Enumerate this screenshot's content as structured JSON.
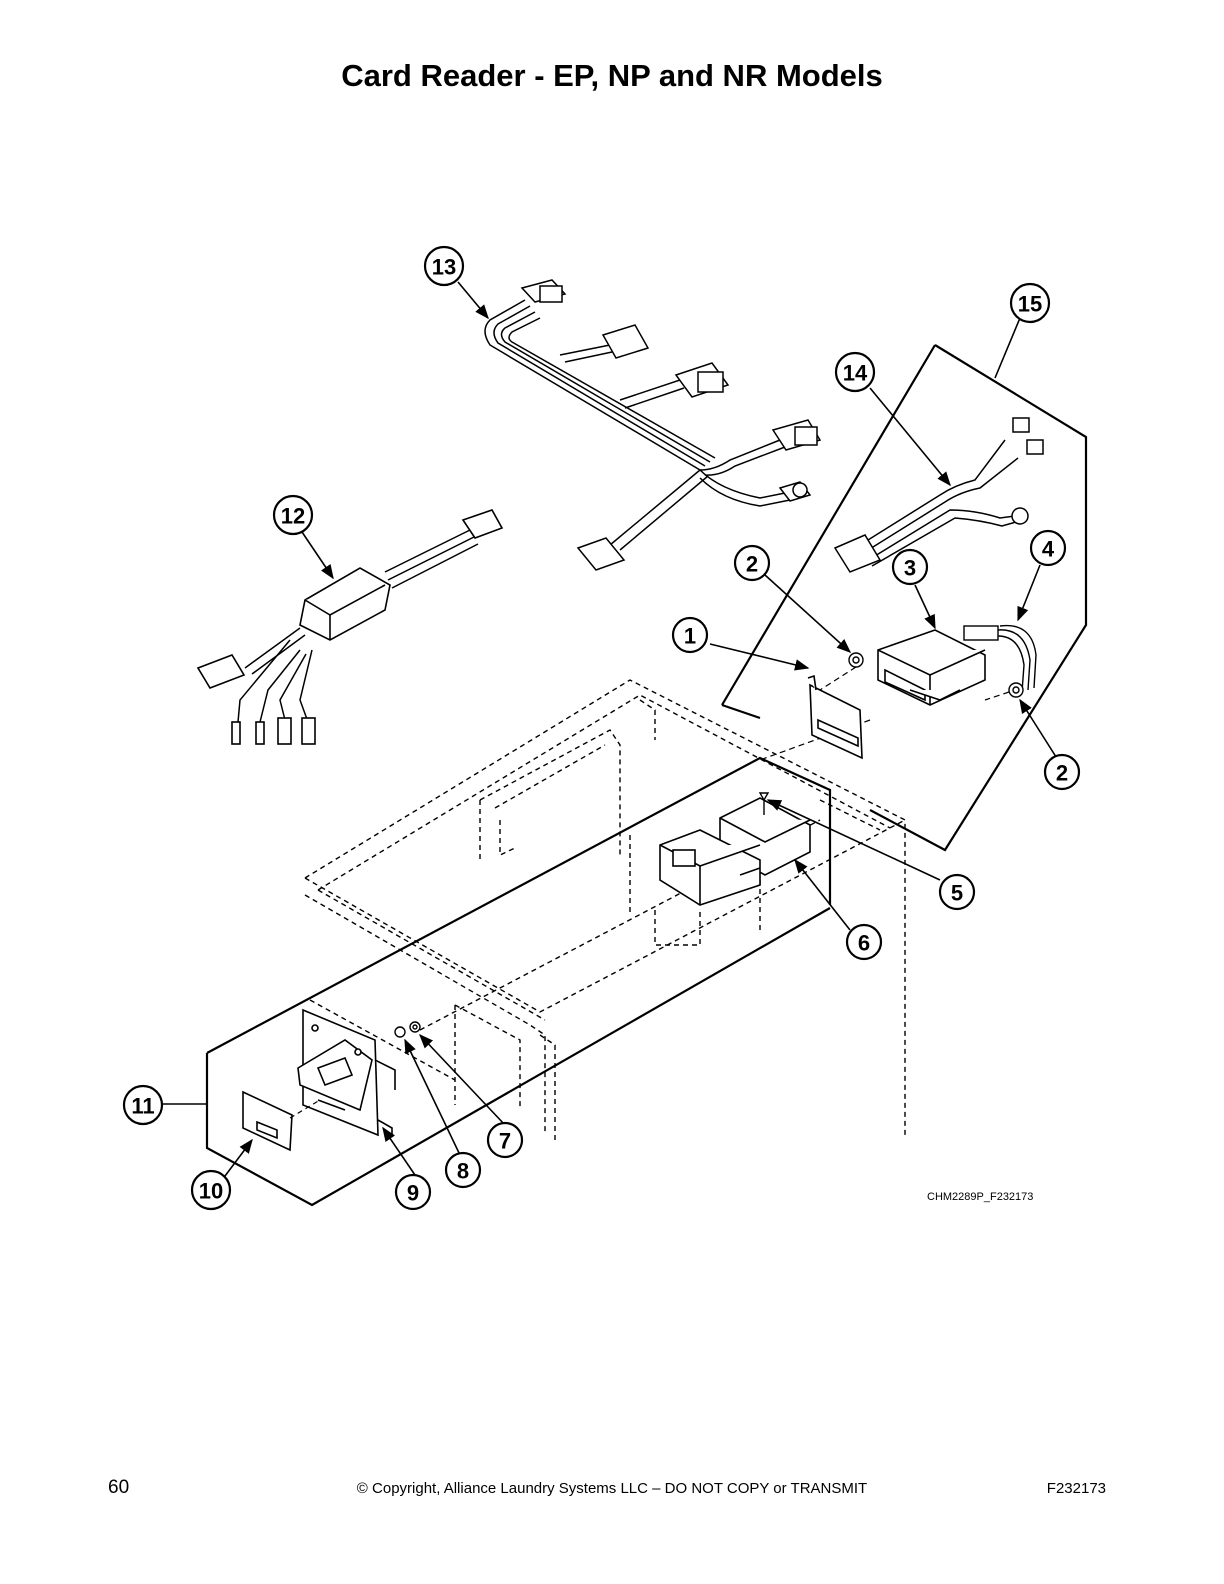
{
  "title": "Card Reader - EP, NP and NR Models",
  "figure_id": "CHM2289P_F232173",
  "callouts": [
    {
      "id": "c1",
      "label": "1"
    },
    {
      "id": "c2a",
      "label": "2"
    },
    {
      "id": "c2b",
      "label": "2"
    },
    {
      "id": "c3",
      "label": "3"
    },
    {
      "id": "c4",
      "label": "4"
    },
    {
      "id": "c5",
      "label": "5"
    },
    {
      "id": "c6",
      "label": "6"
    },
    {
      "id": "c7",
      "label": "7"
    },
    {
      "id": "c8",
      "label": "8"
    },
    {
      "id": "c9",
      "label": "9"
    },
    {
      "id": "c10",
      "label": "10"
    },
    {
      "id": "c11",
      "label": "11"
    },
    {
      "id": "c12",
      "label": "12"
    },
    {
      "id": "c13",
      "label": "13"
    },
    {
      "id": "c14",
      "label": "14"
    },
    {
      "id": "c15",
      "label": "15"
    }
  ],
  "footer": {
    "page_number": "60",
    "copyright": "© Copyright, Alliance Laundry Systems LLC – DO NOT COPY or TRANSMIT",
    "doc_id": "F232173"
  }
}
